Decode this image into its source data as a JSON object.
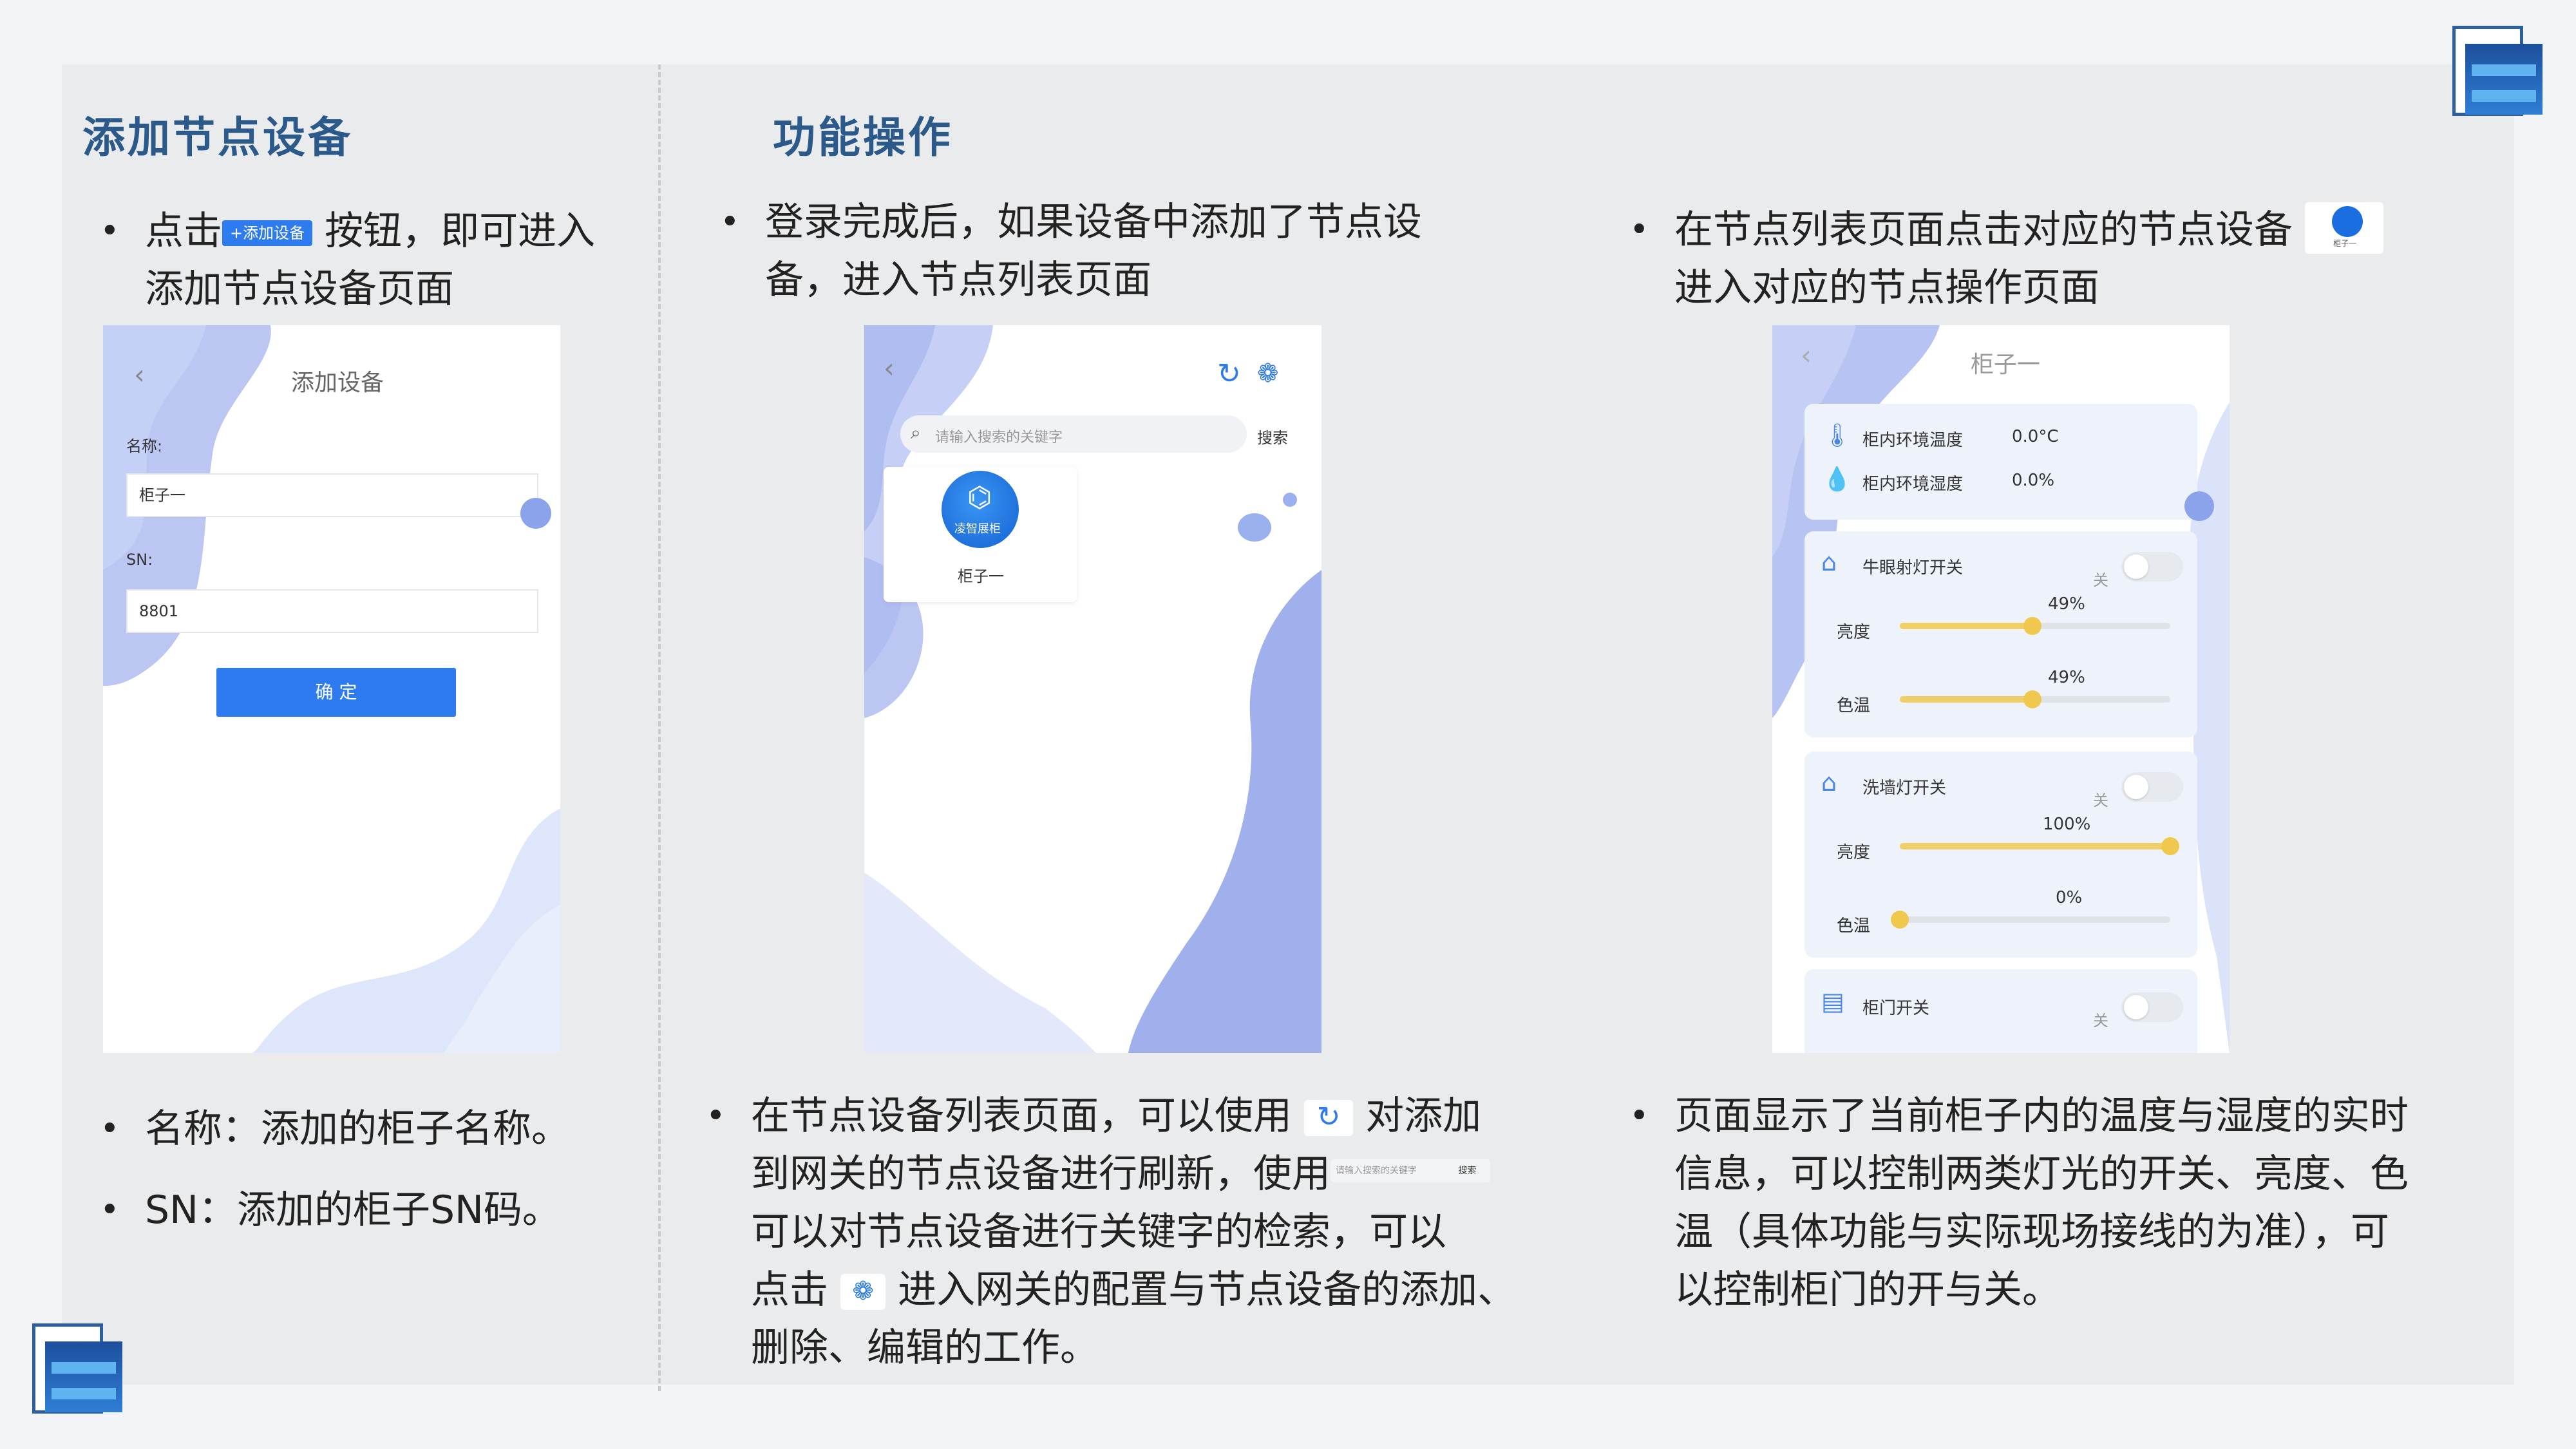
{
  "sections": {
    "left_heading": "添加节点设备",
    "mid_heading": "功能操作"
  },
  "left": {
    "bullet1_pre": "点击",
    "bullet1_btn": "+添加设备",
    "bullet1_post_line1": "按钮，即可进入",
    "bullet1_line2": "添加节点设备页面",
    "bullet_name": "名称：添加的柜子名称。",
    "bullet_sn": "SN：添加的柜子SN码。"
  },
  "phone_add": {
    "title": "添加设备",
    "name_label": "名称:",
    "name_value": "柜子一",
    "sn_label": "SN:",
    "sn_value": "8801",
    "confirm": "确 定"
  },
  "middle": {
    "bullet1_line1": "登录完成后，如果设备中添加了节点设",
    "bullet1_line2": "备，进入节点列表页面",
    "bottom_line1_pre": "在节点设备列表页面，可以使用",
    "bottom_line1_post": "对添加",
    "bottom_line2_pre": "到网关的节点设备进行刷新，使用",
    "bottom_line3": "可以对节点设备进行关键字的检索，可以",
    "bottom_line4_pre": "点击",
    "bottom_line4_post": "进入网关的配置与节点设备的添加、",
    "bottom_line5": "删除、编辑的工作。",
    "mini_search_text": "请输入搜索的关键字",
    "mini_search_btn": "搜索"
  },
  "phone_list": {
    "search_placeholder": "请输入搜索的关键字",
    "search_button": "搜索",
    "device_logo_text": "凌智展柜",
    "device_name": "柜子一"
  },
  "right": {
    "bullet1_line1": "在节点列表页面点击对应的节点设备",
    "bullet1_line2": "进入对应的节点操作页面",
    "mini_icon_label": "柜子一",
    "bottom_line1": "页面显示了当前柜子内的温度与湿度的实时",
    "bottom_line2": "信息，可以控制两类灯光的开关、亮度、色",
    "bottom_line3": "温（具体功能与实际现场接线的为准），可",
    "bottom_line4": "以控制柜门的开与关。"
  },
  "phone_detail": {
    "title": "柜子一",
    "temp_label": "柜内环境温度",
    "temp_value": "0.0°C",
    "hum_label": "柜内环境湿度",
    "hum_value": "0.0%",
    "light1": {
      "name": "牛眼射灯开关",
      "switch_label": "关",
      "brightness_label": "亮度",
      "brightness_value": "49%",
      "brightness_fraction": 0.49,
      "colortemp_label": "色温",
      "colortemp_value": "49%",
      "colortemp_fraction": 0.49
    },
    "light2": {
      "name": "洗墙灯开关",
      "switch_label": "关",
      "brightness_label": "亮度",
      "brightness_value": "100%",
      "brightness_fraction": 1.0,
      "colortemp_label": "色温",
      "colortemp_value": "0%",
      "colortemp_fraction": 0.0
    },
    "door": {
      "name": "柜门开关",
      "switch_label": "关"
    }
  },
  "colors": {
    "heading": "#2b5a8a",
    "accent": "#2e7bf0",
    "slider": "#f1cf68",
    "blob": "#a9b8f0"
  }
}
